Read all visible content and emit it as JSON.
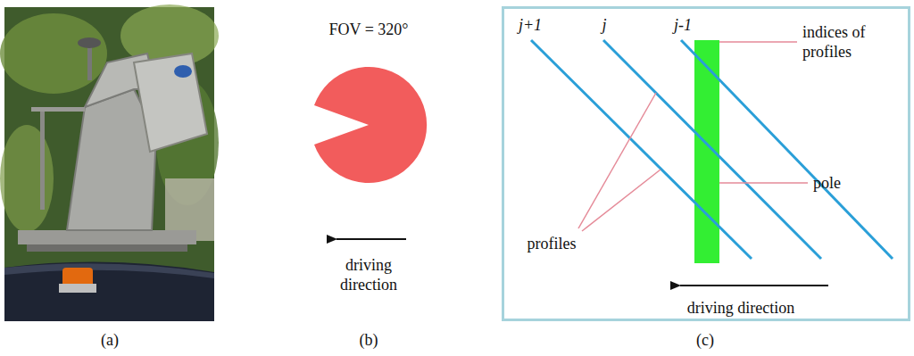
{
  "diagram": {
    "labels": [
      "(a)",
      "FOV = 320°",
      "driving direction",
      "(b)",
      "j+1",
      "j",
      "j-1",
      "indices of profiles",
      "pole",
      "profiles",
      "driving direction",
      "(c)"
    ]
  }
}
